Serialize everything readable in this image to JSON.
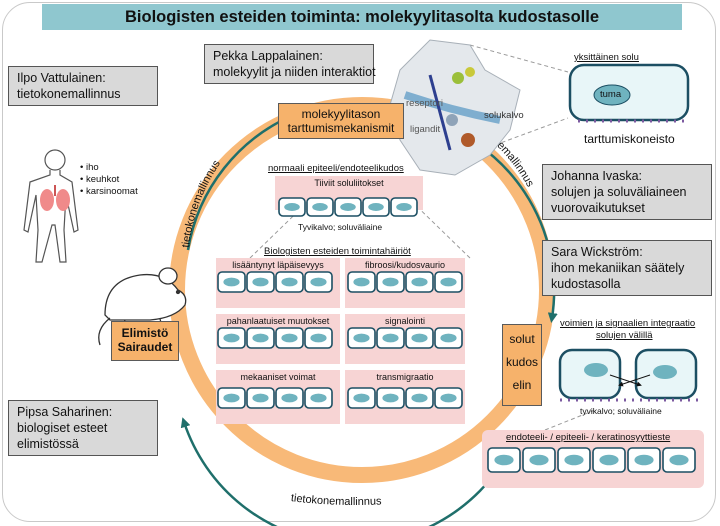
{
  "title": "Biologisten esteiden toiminta: molekyylitasolta kudostasolle",
  "people": {
    "vattulainen": {
      "name": "Ilpo Vattulainen:",
      "topic": "tietokonemallinnus"
    },
    "lappalainen": {
      "name": "Pekka Lappalainen:",
      "topic": "molekyylit ja niiden interaktiot"
    },
    "ivaska": {
      "name": "Johanna Ivaska:",
      "topic": [
        "solujen ja soluväliaineen",
        "vuorovaikutukset"
      ]
    },
    "wickstrom": {
      "name": "Sara Wickström:",
      "topic": [
        "ihon mekaniikan säätely",
        "kudostasolla"
      ]
    },
    "saharinen": {
      "name": "Pipsa Saharinen:",
      "topic": [
        "biologiset esteet",
        "elimistössä"
      ]
    }
  },
  "cycle": {
    "arc_label": "tietokonemallinnus",
    "molecular_box": [
      "molekyylitason",
      "tarttumismekanismit"
    ],
    "organism_box": [
      "Elimistö",
      "Sairaudet"
    ],
    "levels": {
      "cells": "solut",
      "tissues": "kudos",
      "organ": "elin"
    }
  },
  "body_labels": [
    "iho",
    "keuhkot",
    "karsinoomat"
  ],
  "molecule": {
    "receptor": "reseptori",
    "ligands": "ligandit",
    "membrane": "solukalvo"
  },
  "single_cell": {
    "label": "yksittäinen solu",
    "nucleus": "tuma",
    "adhesion": "tarttumiskoneisto"
  },
  "normal": {
    "heading": "normaali epiteeli/endoteelikudos",
    "tight": "Tiiviit soluliitokset",
    "basement": "Tyvikalvo; soluväliaine"
  },
  "disorders": {
    "heading": "Biologisten esteiden toimintahäiriöt",
    "items": [
      "lisääntynyt läpäisevyys",
      "fibroosi/kudosvaurio",
      "pahanlaatuiset muutokset",
      "signalointi",
      "mekaaniset voimat",
      "transmigraatio"
    ]
  },
  "integration": {
    "heading": [
      "voimien ja signaalien integraatio",
      "solujen välillä"
    ],
    "basement": "tyvikalvo; soluväliaine"
  },
  "tissue_label": "endoteeli- / epiteeli- / keratinosyyttieste",
  "colors": {
    "title_bg": "#8fc7cf",
    "ring": "#f8b978",
    "ring_arrow": "#1f6f6b",
    "orange_box": "#f6b26b",
    "grey_box": "#d9d9d9",
    "disorder_bg": "#f7d4d4",
    "cell_fill": "#ffffff",
    "cell_stroke": "#1c4f63",
    "nucleus": "#6fb3bf"
  }
}
